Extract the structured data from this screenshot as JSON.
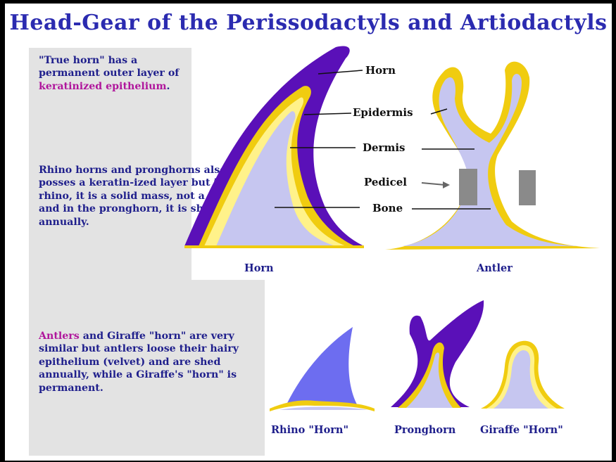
{
  "title": "Head-Gear of the Perissodactyls and Artiodactyls",
  "text": {
    "p1_a": "\"True horn\" has a permanent outer layer of",
    "p1_b": "keratinized epithelium",
    "p1_c": ".",
    "p2": "Rhino horns and pronghorns also posses a keratin-ized layer but in the rhino, it is a solid mass, not a sheath, and in the pronghorn, it  is shed annually.",
    "p3_a": "Antlers",
    "p3_b": " and Giraffe \"horn\" are very similar but antlers loose their hairy epithelium (velvet) and are shed annually, while a Giraffe's \"horn\" is permanent."
  },
  "labels": {
    "horn_layer": "Horn",
    "epidermis": "Epidermis",
    "dermis": "Dermis",
    "pedicel": "Pedicel",
    "bone": "Bone"
  },
  "captions": {
    "horn": "Horn",
    "antler": "Antler",
    "rhino": "Rhino \"Horn\"",
    "pronghorn": "Pronghorn",
    "giraffe": "Giraffe \"Horn\""
  },
  "colors": {
    "title": "#2b2bb0",
    "text": "#1f1f8c",
    "highlight": "#b0169c",
    "keratin": "#5a10b8",
    "epidermis": "#f0cc10",
    "epidermis_light": "#fff28a",
    "bone": "#c6c6f0",
    "rhino": "#6d6df0",
    "pedicel": "#8a8a8a",
    "panel": "#e3e3e3"
  }
}
